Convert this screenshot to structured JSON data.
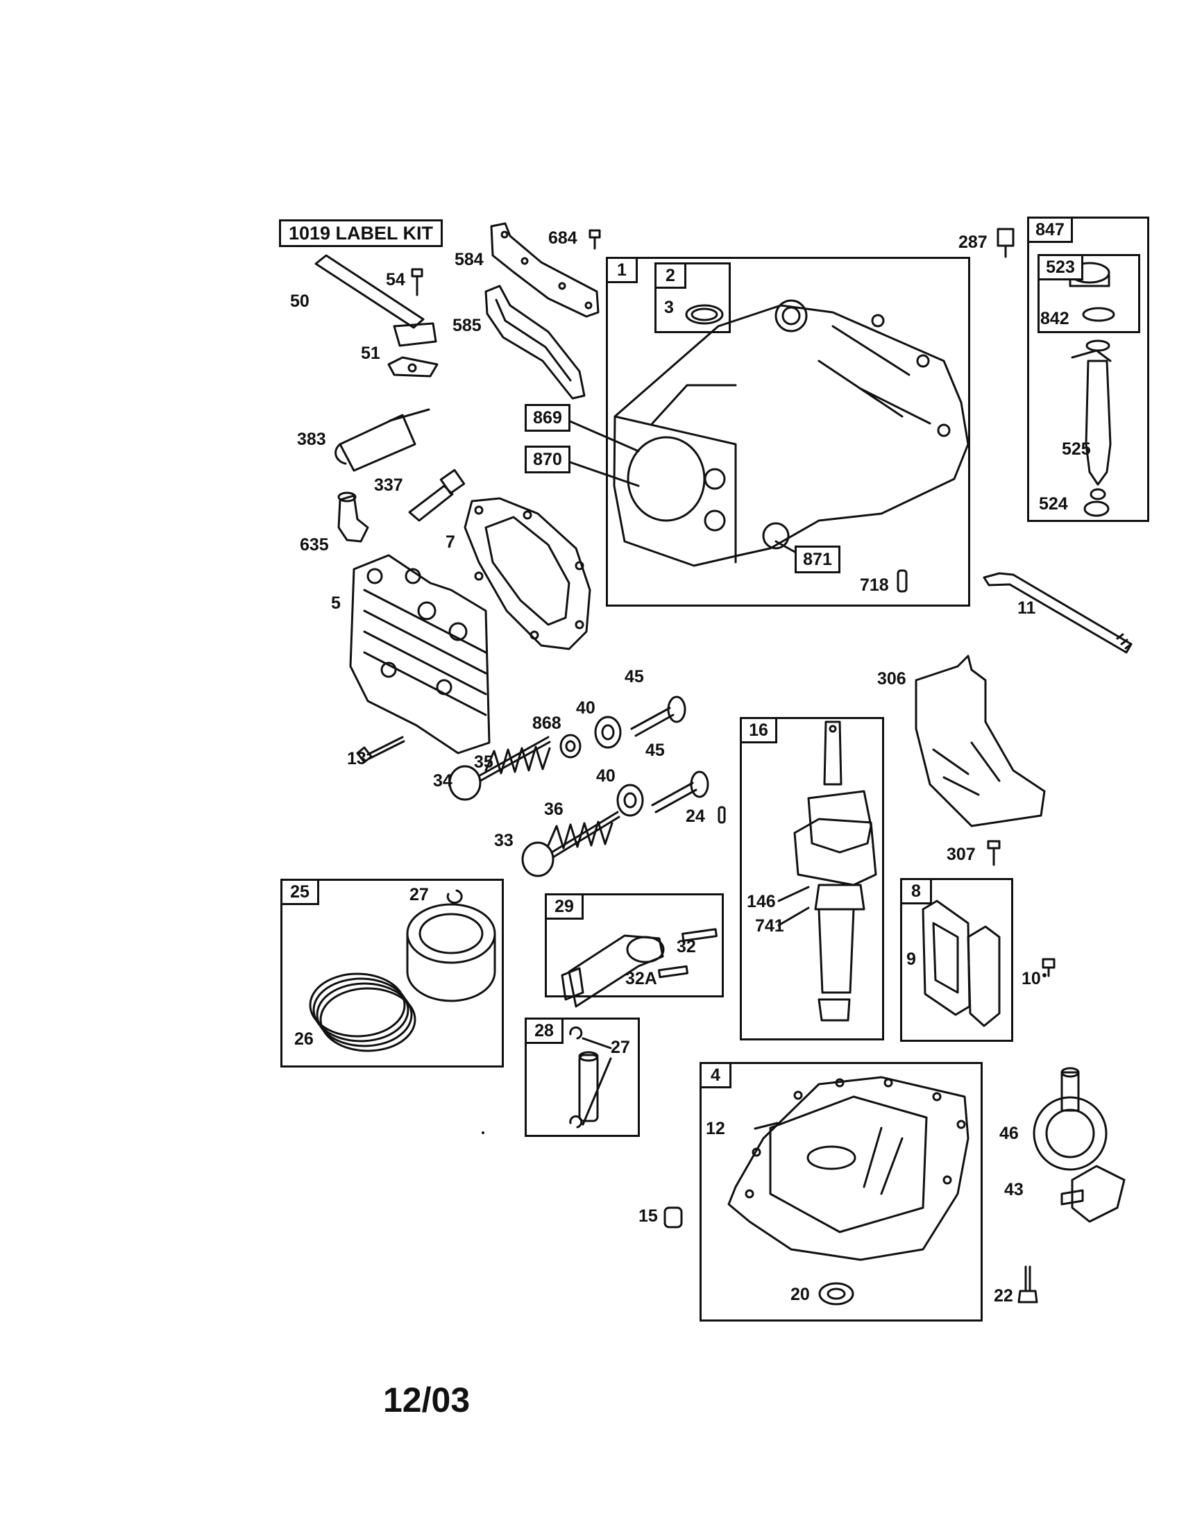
{
  "diagram": {
    "label_kit": "1019 LABEL KIT",
    "date": "12/03",
    "groups": {
      "g1": {
        "ref": "1"
      },
      "g2": {
        "ref": "2"
      },
      "g847": {
        "ref": "847"
      },
      "g523": {
        "ref": "523"
      },
      "g16": {
        "ref": "16"
      },
      "g25": {
        "ref": "25"
      },
      "g29": {
        "ref": "29"
      },
      "g28": {
        "ref": "28"
      },
      "g8": {
        "ref": "8"
      },
      "g4": {
        "ref": "4"
      }
    },
    "boxed_refs": {
      "b869": "869",
      "b870": "870",
      "b871": "871"
    },
    "callouts": {
      "c684": "684",
      "c584": "584",
      "c585": "585",
      "c54": "54",
      "c50": "50",
      "c51": "51",
      "c383": "383",
      "c337": "337",
      "c635": "635",
      "c7": "7",
      "c5": "5",
      "c3": "3",
      "c287": "287",
      "c842": "842",
      "c525": "525",
      "c524": "524",
      "c718": "718",
      "c11": "11",
      "c306": "306",
      "c45a": "45",
      "c40a": "40",
      "c868": "868",
      "c45b": "45",
      "c40b": "40",
      "c13": "13",
      "c35": "35",
      "c34": "34",
      "c36": "36",
      "c33": "33",
      "c24": "24",
      "c146": "146",
      "c741": "741",
      "c307": "307",
      "c27a": "27",
      "c26": "26",
      "c32": "32",
      "c32a": "32A",
      "c27b": "27",
      "c9": "9",
      "c10": "10",
      "c12": "12",
      "c46": "46",
      "c43": "43",
      "c15": "15",
      "c20": "20",
      "c22": "22"
    }
  }
}
